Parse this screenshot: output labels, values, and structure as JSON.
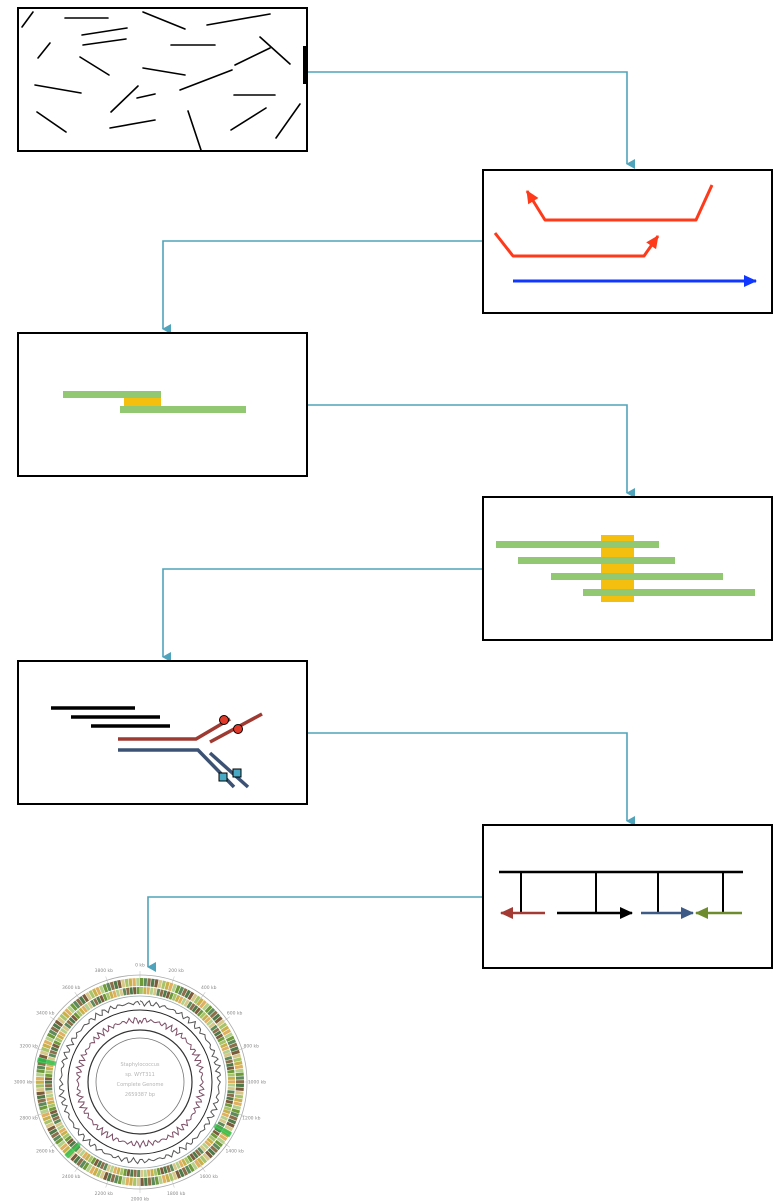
{
  "colors": {
    "connector": "#4fa3ba",
    "box_border": "#000000",
    "read_red": "#ff3a1a",
    "read_blue": "#1037ff",
    "contig_green": "#93c872",
    "overlap_yellow": "#f5bf0f",
    "strand_red": "#9e3a31",
    "strand_blue": "#3c5274",
    "gene_red": "#a33a33",
    "gene_black": "#000000",
    "gene_blue": "#3e5a86",
    "gene_green": "#6e8c2e",
    "marker_square": "#4aa9c4",
    "marker_circle": "#e23a2a"
  },
  "steps": [
    {
      "name": "fragmented-dna"
    },
    {
      "name": "sequencing-reads"
    },
    {
      "name": "read-overlap"
    },
    {
      "name": "contig-assembly"
    },
    {
      "name": "scaffold-gap-closing"
    },
    {
      "name": "gene-annotation"
    },
    {
      "name": "circular-genome-map"
    }
  ],
  "genome_map": {
    "tick_labels": [
      "0 kb",
      "200 kb",
      "400 kb",
      "600 kb",
      "800 kb",
      "1000 kb",
      "1200 kb",
      "1400 kb",
      "1600 kb",
      "1800 kb",
      "2000 kb",
      "2200 kb",
      "2400 kb",
      "2600 kb",
      "2800 kb",
      "3000 kb",
      "3200 kb",
      "3400 kb",
      "3600 kb",
      "3800 kb"
    ],
    "center_lines": [
      "Staphylococcus",
      "sp. WYT311",
      "Complete Genome",
      "2659387 bp"
    ]
  }
}
